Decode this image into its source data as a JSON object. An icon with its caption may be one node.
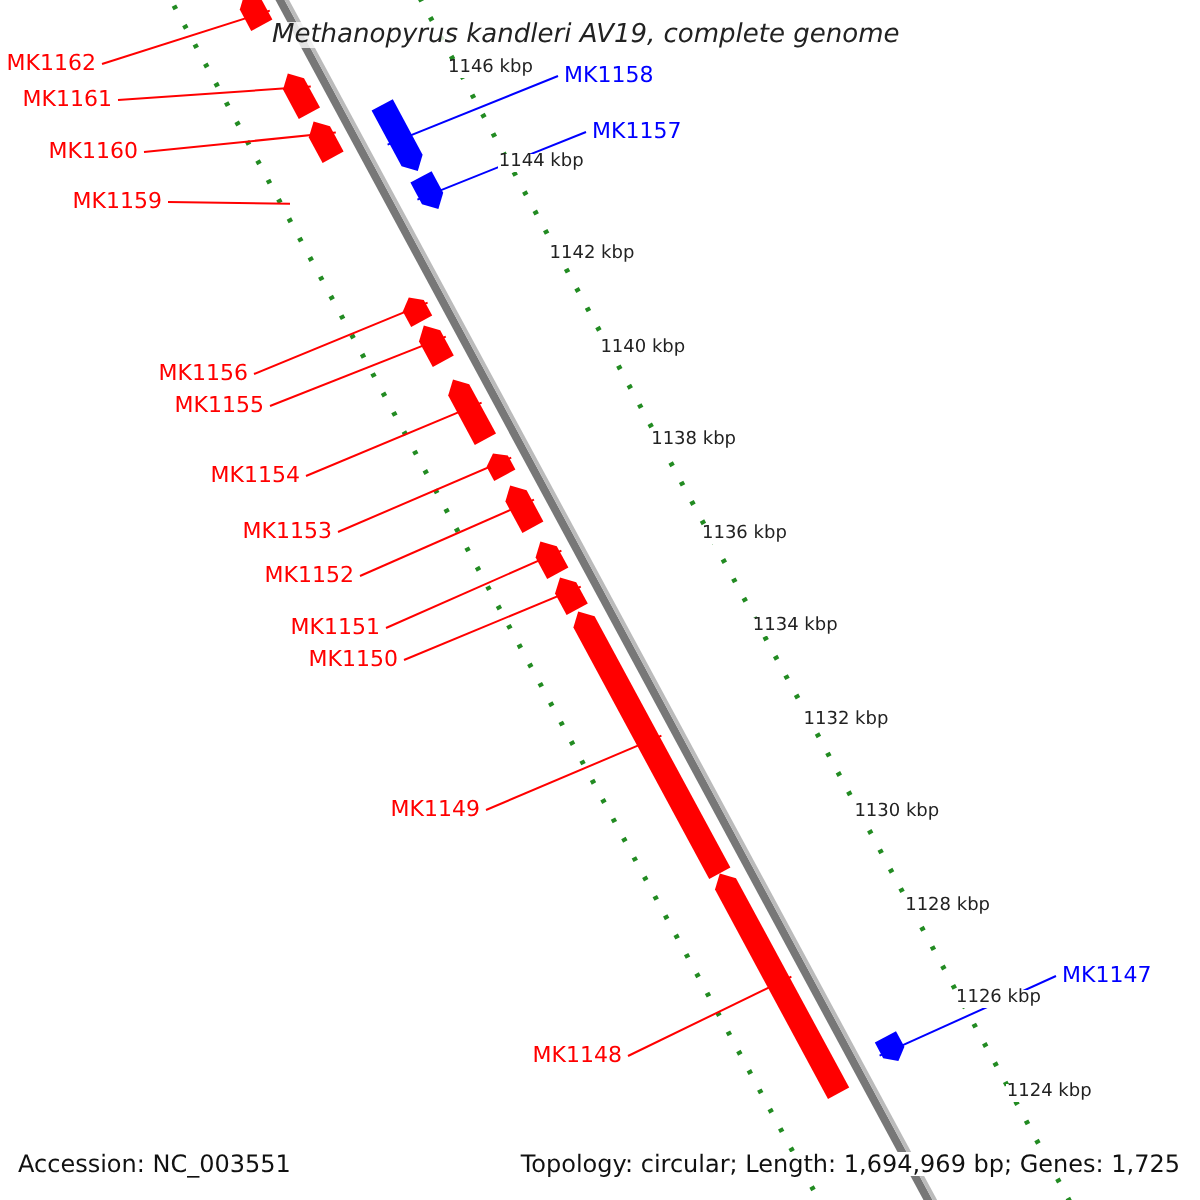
{
  "diagram": {
    "title": "Methanopyrus kandleri AV19, complete genome",
    "nodes": [
      {
        "text": [
          "MK1162"
        ]
      },
      {
        "text": [],
        "shape": "pentagon"
      },
      {
        "text": [
          "MK1161"
        ]
      },
      {
        "text": [],
        "shape": "pentagon"
      },
      {
        "text": [
          "MK1160"
        ]
      },
      {
        "text": [],
        "shape": "pentagon"
      },
      {
        "text": [
          "MK1159"
        ]
      },
      {
        "text": [
          "MK1158"
        ]
      },
      {
        "text": [],
        "shape": "pentagon"
      },
      {
        "text": [
          "MK1157"
        ]
      },
      {
        "text": [],
        "shape": "pentagon"
      },
      {
        "text": [
          "MK1156"
        ]
      },
      {
        "text": [],
        "shape": "pentagon"
      },
      {
        "text": [
          "MK1155"
        ]
      },
      {
        "text": [],
        "shape": "pentagon"
      },
      {
        "text": [
          "MK1154"
        ]
      },
      {
        "text": [],
        "shape": "pentagon"
      },
      {
        "text": [
          "MK1153"
        ]
      },
      {
        "text": [],
        "shape": "pentagon"
      },
      {
        "text": [
          "MK1152"
        ]
      },
      {
        "text": [],
        "shape": "pentagon"
      },
      {
        "text": [
          "MK1151"
        ]
      },
      {
        "text": [],
        "shape": "pentagon"
      },
      {
        "text": [
          "MK1150"
        ]
      },
      {
        "text": [],
        "shape": "pentagon"
      },
      {
        "text": [
          "MK1149"
        ]
      },
      {
        "text": [],
        "shape": "pentagon"
      },
      {
        "text": [
          "MK1148"
        ]
      },
      {
        "text": [],
        "shape": "pentagon"
      },
      {
        "text": [
          "MK1147"
        ]
      },
      {
        "text": [],
        "shape": "pentagon"
      }
    ],
    "edges": [
      {
        "from": 0,
        "to": 1,
        "arrow": "none",
        "color": "#ff0000"
      },
      {
        "from": 2,
        "to": 3,
        "arrow": "none",
        "color": "#ff0000"
      },
      {
        "from": 4,
        "to": 5,
        "arrow": "none",
        "color": "#ff0000"
      },
      {
        "from": 6,
        "to": null,
        "arrow": "none",
        "color": "#ff0000"
      },
      {
        "from": 7,
        "to": 8,
        "arrow": "none",
        "color": "#0000ff"
      },
      {
        "from": 9,
        "to": 10,
        "arrow": "none",
        "color": "#0000ff"
      },
      {
        "from": 11,
        "to": 12,
        "arrow": "none",
        "color": "#ff0000"
      },
      {
        "from": 13,
        "to": 14,
        "arrow": "none",
        "color": "#ff0000"
      },
      {
        "from": 15,
        "to": 16,
        "arrow": "none",
        "color": "#ff0000"
      },
      {
        "from": 17,
        "to": 18,
        "arrow": "none",
        "color": "#ff0000"
      },
      {
        "from": 19,
        "to": 20,
        "arrow": "none",
        "color": "#ff0000"
      },
      {
        "from": 21,
        "to": 22,
        "arrow": "none",
        "color": "#ff0000"
      },
      {
        "from": 23,
        "to": 24,
        "arrow": "none",
        "color": "#ff0000"
      },
      {
        "from": 25,
        "to": 26,
        "arrow": "none",
        "color": "#ff0000"
      },
      {
        "from": 27,
        "to": 28,
        "arrow": "none",
        "color": "#ff0000"
      },
      {
        "from": 29,
        "to": 30,
        "arrow": "none",
        "color": "#0000ff"
      }
    ],
    "labels": [
      "1146 kbp",
      "1144 kbp",
      "1142 kbp",
      "1140 kbp",
      "1138 kbp",
      "1136 kbp",
      "1134 kbp",
      "1132 kbp",
      "1130 kbp",
      "1128 kbp",
      "1126 kbp",
      "1124 kbp",
      "Accession: NC_003551",
      "Topology: circular; Length: 1,694,969 bp; Genes: 1,725"
    ]
  }
}
